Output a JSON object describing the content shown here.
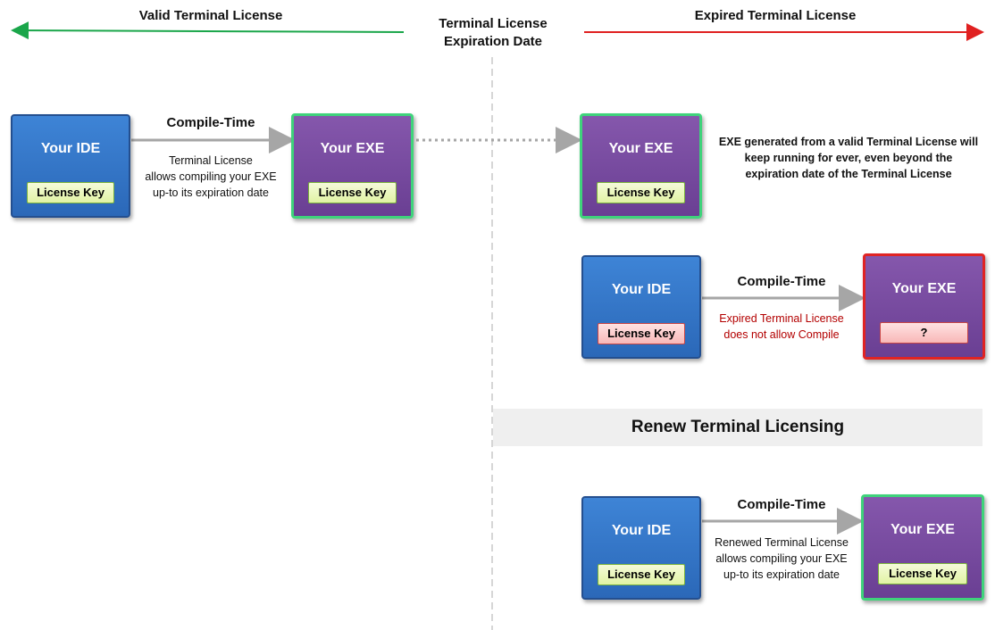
{
  "header": {
    "valid_label": "Valid Terminal License",
    "expired_label": "Expired Terminal License",
    "center_line1": "Terminal License",
    "center_line2": "Expiration Date"
  },
  "colors": {
    "valid_arrow": "#1aa64a",
    "expired_arrow": "#e02020",
    "ide_blue": "#2f6fbf",
    "exe_purple": "#77479e",
    "valid_border": "#3fd37b",
    "expired_border": "#e02424"
  },
  "row1": {
    "ide": {
      "title": "Your IDE",
      "key": "License Key"
    },
    "arrow_label": "Compile-Time",
    "note_lines": [
      "Terminal License",
      "allows compiling your EXE",
      "up-to its expiration date"
    ],
    "exe": {
      "title": "Your EXE",
      "key": "License Key"
    }
  },
  "row1_right": {
    "exe": {
      "title": "Your EXE",
      "key": "License Key"
    },
    "desc_lines": [
      "EXE generated from a valid Terminal License will",
      "keep running for ever, even beyond the",
      "expiration date of the Terminal License"
    ]
  },
  "row2": {
    "ide": {
      "title": "Your IDE",
      "key": "License Key"
    },
    "arrow_label": "Compile-Time",
    "note_lines": [
      "Expired Terminal License",
      "does not allow Compile"
    ],
    "exe": {
      "title": "Your EXE",
      "key": "?"
    }
  },
  "renew": {
    "label": "Renew Terminal Licensing"
  },
  "row3": {
    "ide": {
      "title": "Your IDE",
      "key": "License Key"
    },
    "arrow_label": "Compile-Time",
    "note_lines": [
      "Renewed Terminal License",
      "allows compiling your EXE",
      "up-to its expiration date"
    ],
    "exe": {
      "title": "Your EXE",
      "key": "License Key"
    }
  }
}
